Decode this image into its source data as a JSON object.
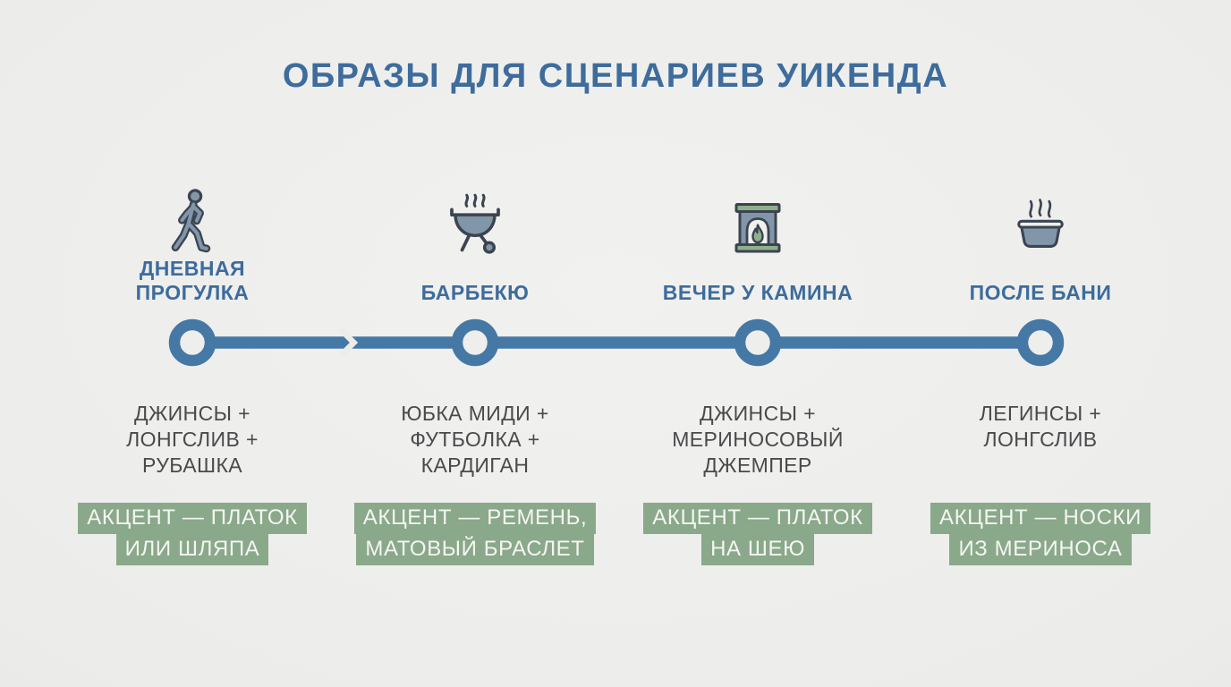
{
  "title": "ОБРАЗЫ ДЛЯ СЦЕНАРИЕВ УИКЕНДА",
  "colors": {
    "title-blue": "#3d6c9d",
    "timeline-blue": "#4678a6",
    "accent-green": "#8aa88a",
    "accent-text": "#f4f6f2",
    "body-text": "#4a4a4c",
    "background": "#ececea",
    "icon-slate": "#8296aa",
    "icon-dark": "#3b4450",
    "icon-green": "#8fb08c"
  },
  "timeline": {
    "node_count": 4,
    "arrow_after_node": 1
  },
  "scenarios": [
    {
      "icon": "walking-person-icon",
      "label_lines": [
        "ДНЕВНАЯ",
        "ПРОГУЛКА"
      ],
      "outfit_lines": [
        "ДЖИНСЫ +",
        "ЛОНГСЛИВ +",
        "РУБАШКА"
      ],
      "accent_lines": [
        "АКЦЕНТ — ПЛАТОК",
        "ИЛИ ШЛЯПА"
      ]
    },
    {
      "icon": "bbq-grill-icon",
      "label_lines": [
        "БАРБЕКЮ"
      ],
      "outfit_lines": [
        "ЮБКА МИДИ +",
        "ФУТБОЛКА +",
        "КАРДИГАН"
      ],
      "accent_lines": [
        "АКЦЕНТ — РЕМЕНЬ,",
        "МАТОВЫЙ БРАСЛЕТ"
      ]
    },
    {
      "icon": "fireplace-icon",
      "label_lines": [
        "ВЕЧЕР У КАМИНА"
      ],
      "outfit_lines": [
        "ДЖИНСЫ +",
        "МЕРИНОСОВЫЙ",
        "ДЖЕМПЕР"
      ],
      "accent_lines": [
        "АКЦЕНТ — ПЛАТОК",
        "НА ШЕЮ"
      ]
    },
    {
      "icon": "steaming-tub-icon",
      "label_lines": [
        "ПОСЛЕ БАНИ"
      ],
      "outfit_lines": [
        "ЛЕГИНСЫ +",
        "ЛОНГСЛИВ"
      ],
      "accent_lines": [
        "АКЦЕНТ — НОСКИ",
        "ИЗ МЕРИНОСА"
      ]
    }
  ]
}
